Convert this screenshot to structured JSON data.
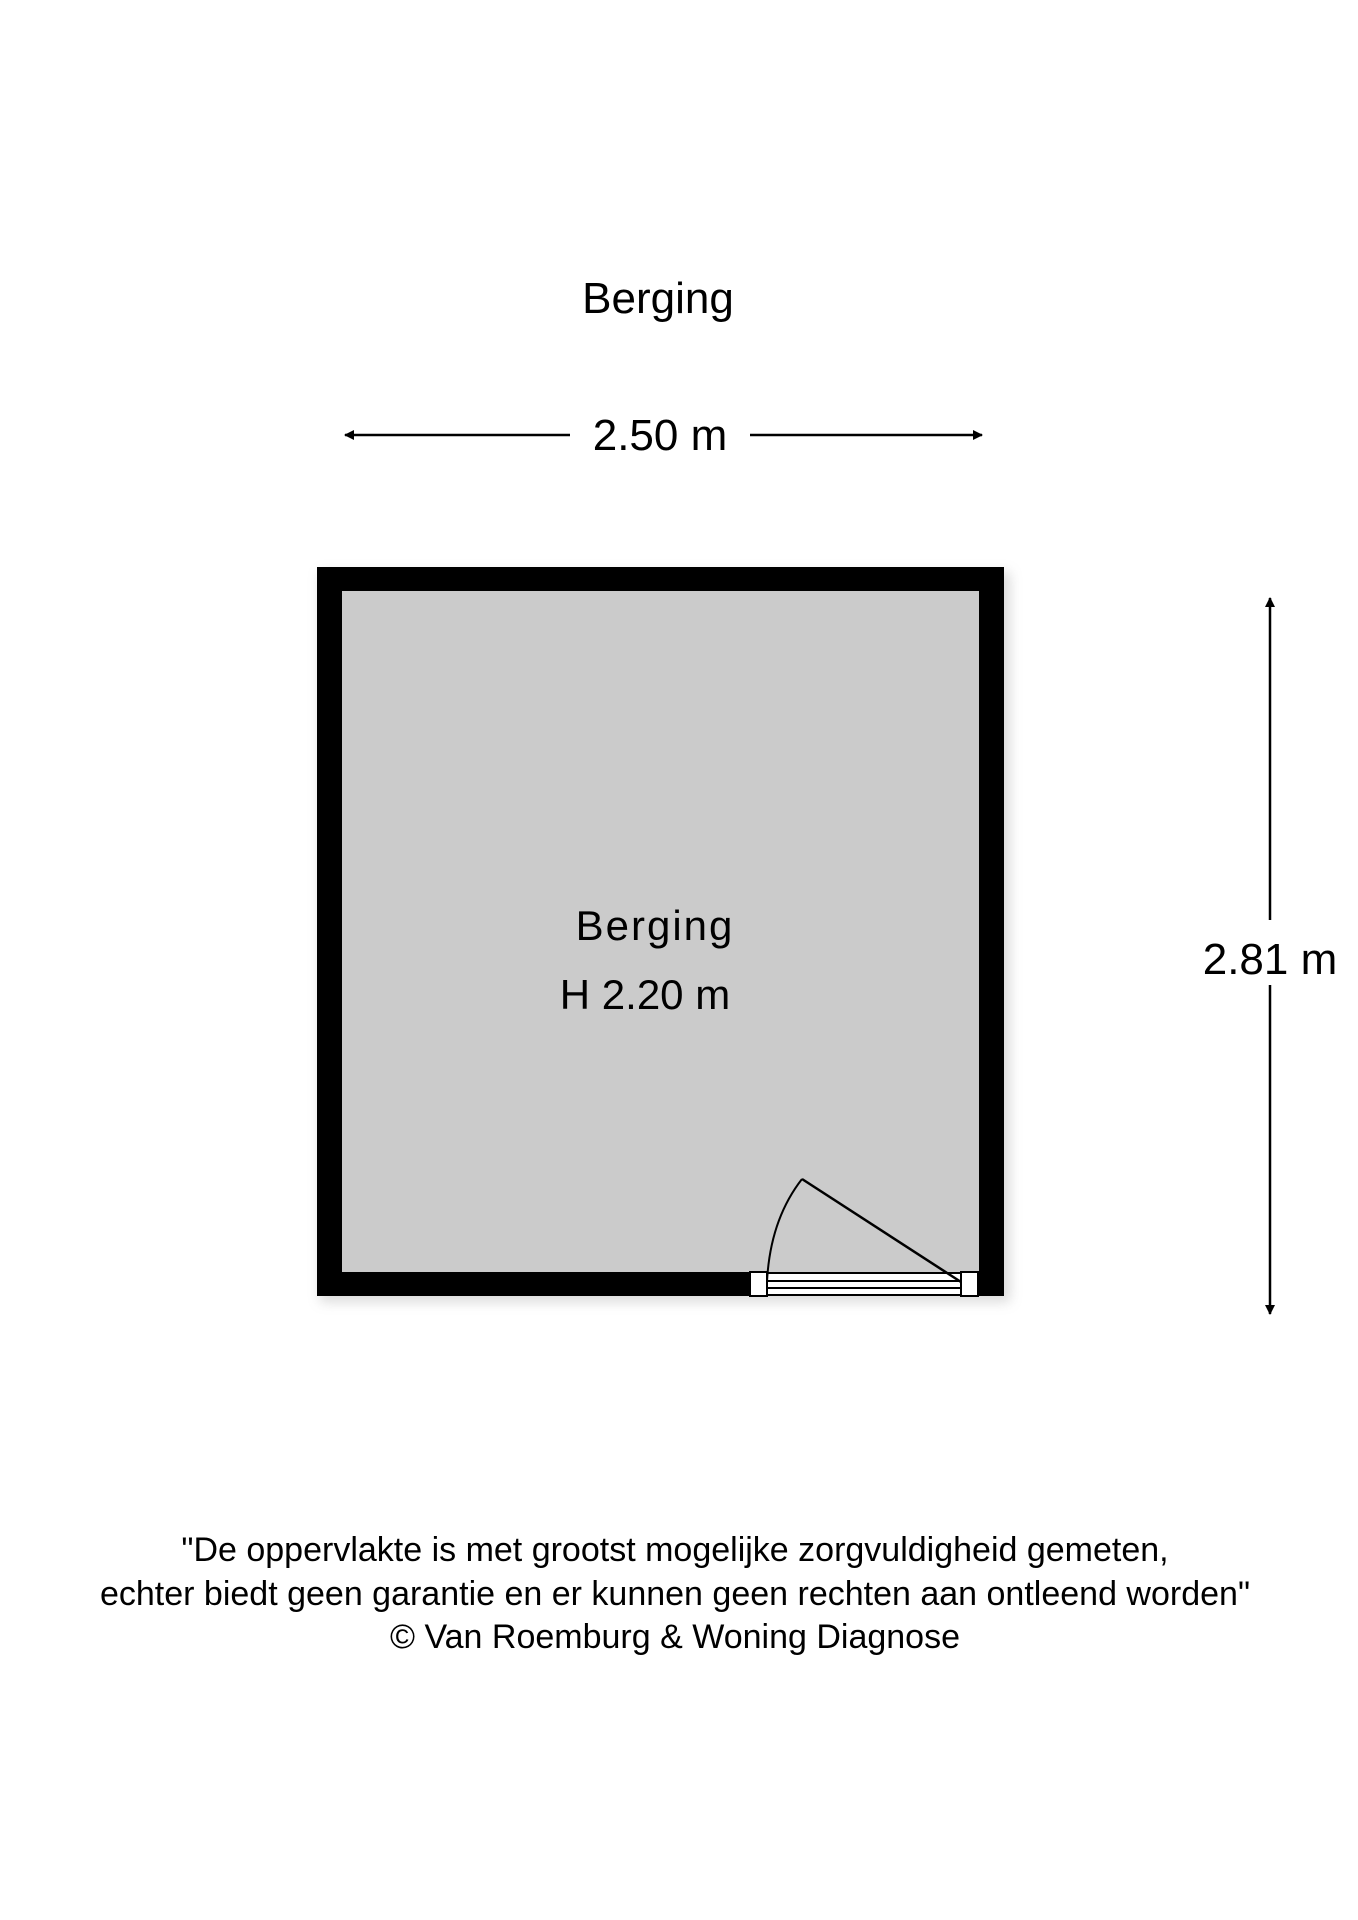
{
  "title": "Berging",
  "dimensions": {
    "width_label": "2.50 m",
    "depth_label": "2.81 m"
  },
  "room": {
    "name": "Berging",
    "height_label": "H 2.20 m"
  },
  "footer": {
    "line1": "\"De oppervlakte is met grootst mogelijke zorgvuldigheid gemeten,",
    "line2": "echter biedt geen garantie en er kunnen geen rechten aan ontleend worden\"",
    "line3": "© Van Roemburg & Woning Diagnose"
  },
  "colors": {
    "wall": "#000000",
    "floor": "#cbcbcb"
  }
}
